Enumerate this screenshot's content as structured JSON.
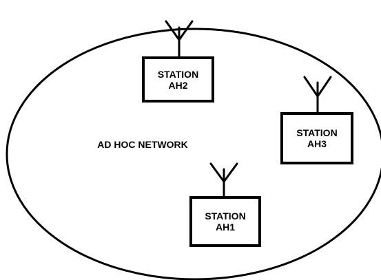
{
  "network": {
    "label": "AD HOC NETWORK"
  },
  "stations": [
    {
      "id": "ah2",
      "line1": "STATION",
      "line2": "AH2"
    },
    {
      "id": "ah3",
      "line1": "STATION",
      "line2": "AH3"
    },
    {
      "id": "ah1",
      "line1": "STATION",
      "line2": "AH1"
    }
  ],
  "colors": {
    "stroke": "#000000",
    "background": "#ffffff"
  }
}
